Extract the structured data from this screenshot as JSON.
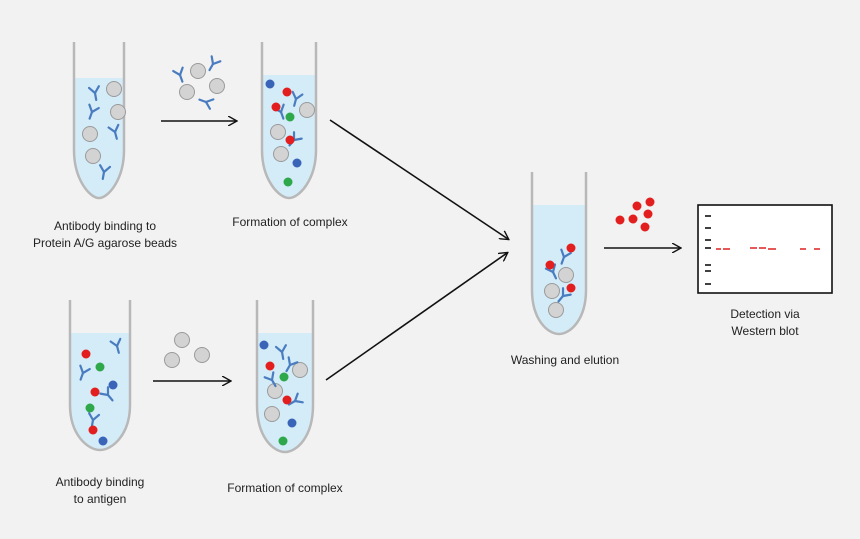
{
  "labels": {
    "step1": [
      "Antibody binding to",
      "Protein A/G agarose beads"
    ],
    "step2": "Formation of complex",
    "step3": [
      "Antibody binding",
      "to antigen"
    ],
    "step4": "Formation of complex",
    "step5": "Washing and elution",
    "step6": [
      "Detection via",
      "Western blot"
    ]
  },
  "colors": {
    "liquid": "#d4ecf8",
    "tube_outline": "#b8b8b8",
    "bead": "#d3d3d3",
    "antibody": "#4a7cc0",
    "antigen_red": "#e31e1e",
    "protein_green": "#2ea84a",
    "protein_blue": "#3a64b8",
    "arrow": "#111111",
    "band": "#e03030"
  },
  "icons": [
    "test-tube-icon",
    "agarose-bead-icon",
    "antibody-icon",
    "antigen-icon",
    "arrow-icon",
    "western-blot-membrane-icon"
  ]
}
